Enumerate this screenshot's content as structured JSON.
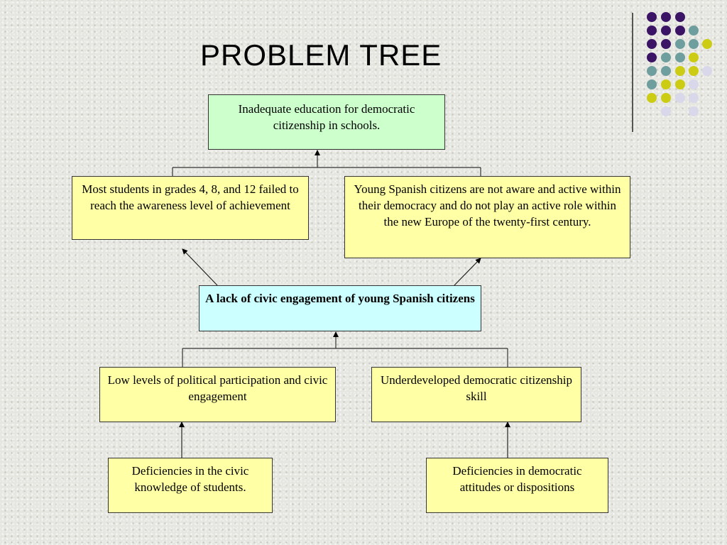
{
  "title": "PROBLEM TREE",
  "nodes": {
    "top_effect": "Inadequate education for democratic citizenship in schools.",
    "effect_left": "Most students in grades 4, 8, and 12 failed to reach the awareness level of achievement",
    "effect_right": "Young Spanish citizens are not aware and active within their democracy and do not play an active role within the new Europe of the twenty-first century.",
    "core_problem": "A lack of civic engagement of young Spanish citizens",
    "cause_left": "Low levels of political participation and civic engagement",
    "cause_right": "Underdeveloped democratic citizenship skill",
    "root_left": "Deficiencies in the civic knowledge of students.",
    "root_right": "Deficiencies in democratic attitudes or dispositions"
  },
  "colors": {
    "effect_box": "#ffffa5",
    "top_box": "#ccffcc",
    "core_box": "#ccffff",
    "dots": [
      "#3c1466",
      "#6e9e9e",
      "#cccc14",
      "#d8d8ea"
    ]
  }
}
